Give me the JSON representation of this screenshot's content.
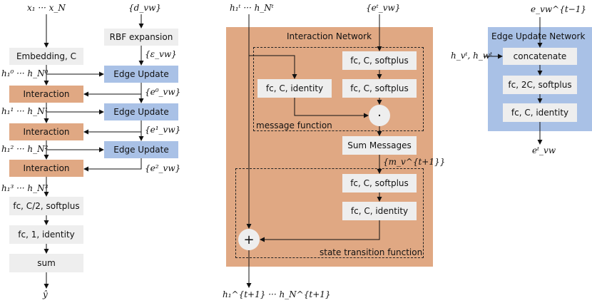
{
  "left": {
    "input_x": "x₁ ··· x_N",
    "input_d": "{d_vw}",
    "rbf": "RBF expansion",
    "eps": "{ε_vw}",
    "embedding": "Embedding, C",
    "edge_update": "Edge Update",
    "interaction": "Interaction",
    "h0": "h₁⁰ ··· h_N⁰",
    "h1": "h₁¹ ··· h_N¹",
    "h2": "h₁² ··· h_N²",
    "h3": "h₁³ ··· h_N³",
    "e0": "{e⁰_vw}",
    "e1": "{e¹_vw}",
    "e2": "{e²_vw}",
    "fc_half": "fc, C/2, softplus",
    "fc_one": "fc, 1, identity",
    "sum": "sum",
    "output": "ŷ"
  },
  "middle": {
    "h_t_in": "h₁ᵗ ··· h_Nᵗ",
    "e_t_in": "{eᵗ_vw}",
    "title": "Interaction Network",
    "fc_identity_msg": "fc, C, identity",
    "fc_softplus_1": "fc, C, softplus",
    "fc_softplus_2": "fc, C, softplus",
    "dot": "·",
    "message_function": "message function",
    "sum_messages": "Sum Messages",
    "m": "{m_v^{t+1}}",
    "fc_softplus_3": "fc, C, softplus",
    "fc_identity_state": "fc, C, identity",
    "plus": "+",
    "state_transition": "state transition function",
    "h_t1_out": "h₁^{t+1} ··· h_N^{t+1}"
  },
  "right": {
    "e_prev": "e_vw^{t−1}",
    "title": "Edge Update Network",
    "hv_hw": "h_vᵗ, h_wᵗ",
    "concatenate": "concatenate",
    "fc_2c": "fc, 2C, softplus",
    "fc_c_identity": "fc, C, identity",
    "e_out": "eᵗ_vw"
  },
  "colors": {
    "gray_box": "#eeeeee",
    "blue_box": "#a9c1e6",
    "orange_box": "#e0a883"
  }
}
